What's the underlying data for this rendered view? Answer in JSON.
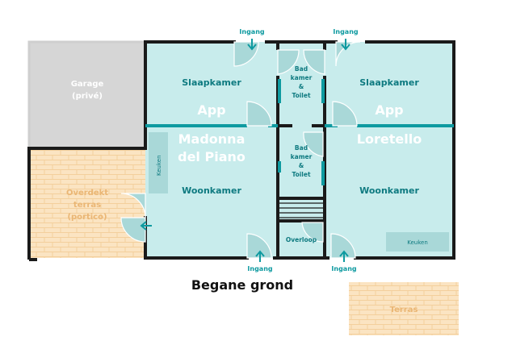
{
  "colors": {
    "room": "#c8ecec",
    "wall": "#1a1a1a",
    "accent": "#0e9aa0",
    "accent_dark": "#0e7a80",
    "garage": "#d6d6d6",
    "terrace": "#fbe4c2",
    "terrace_text": "#eab674",
    "fixture": "#a9d8d8"
  },
  "garage": {
    "line1": "Garage",
    "line2": "(privé)"
  },
  "terrace": {
    "line1": "Overdekt",
    "line2": "terras",
    "line3": "(portico)"
  },
  "terras": {
    "label": "Terras"
  },
  "title": "Begane grond",
  "app_left": {
    "slaapkamer": "Slaapkamer",
    "app": "App",
    "name1": "Madonna",
    "name2": "del Piano",
    "woonkamer": "Woonkamer",
    "keuken": "Keuken",
    "bad": {
      "line1": "Bad",
      "line2": "kamer",
      "line3": "&",
      "line4": "Toilet"
    }
  },
  "app_right": {
    "slaapkamer": "Slaapkamer",
    "app": "App",
    "name": "Loretello",
    "woonkamer": "Woonkamer",
    "keuken": "Keuken",
    "bad": {
      "line1": "Bad",
      "line2": "kamer",
      "line3": "&",
      "line4": "Toilet"
    }
  },
  "overloop": "Overloop",
  "entrances": {
    "top_left": "Ingang",
    "top_right": "Ingang",
    "bottom_left": "Ingang",
    "bottom_right": "Ingang"
  },
  "icons": {
    "entry_arrow": "arrow-icon",
    "door_swing": "door-swing-icon"
  }
}
